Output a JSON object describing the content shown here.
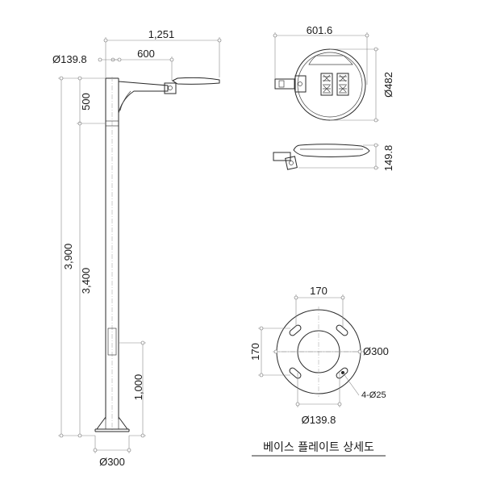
{
  "pole_elevation": {
    "top_width": "1,251",
    "arm_length": "600",
    "pole_diameter": "Ø139.8",
    "total_height": "3,900",
    "pole_height": "3,400",
    "arm_drop": "500",
    "door_height": "1,000",
    "base_diameter": "Ø300"
  },
  "luminaire_top": {
    "width": "601.6",
    "diameter": "Ø482"
  },
  "luminaire_side": {
    "height": "149.8"
  },
  "base_plate": {
    "hole_spacing_x": "170",
    "hole_spacing_y": "170",
    "plate_diameter": "Ø300",
    "hole_spec": "4-Ø25",
    "pipe_diameter": "Ø139.8",
    "caption": "베이스 플레이트 상세도"
  }
}
